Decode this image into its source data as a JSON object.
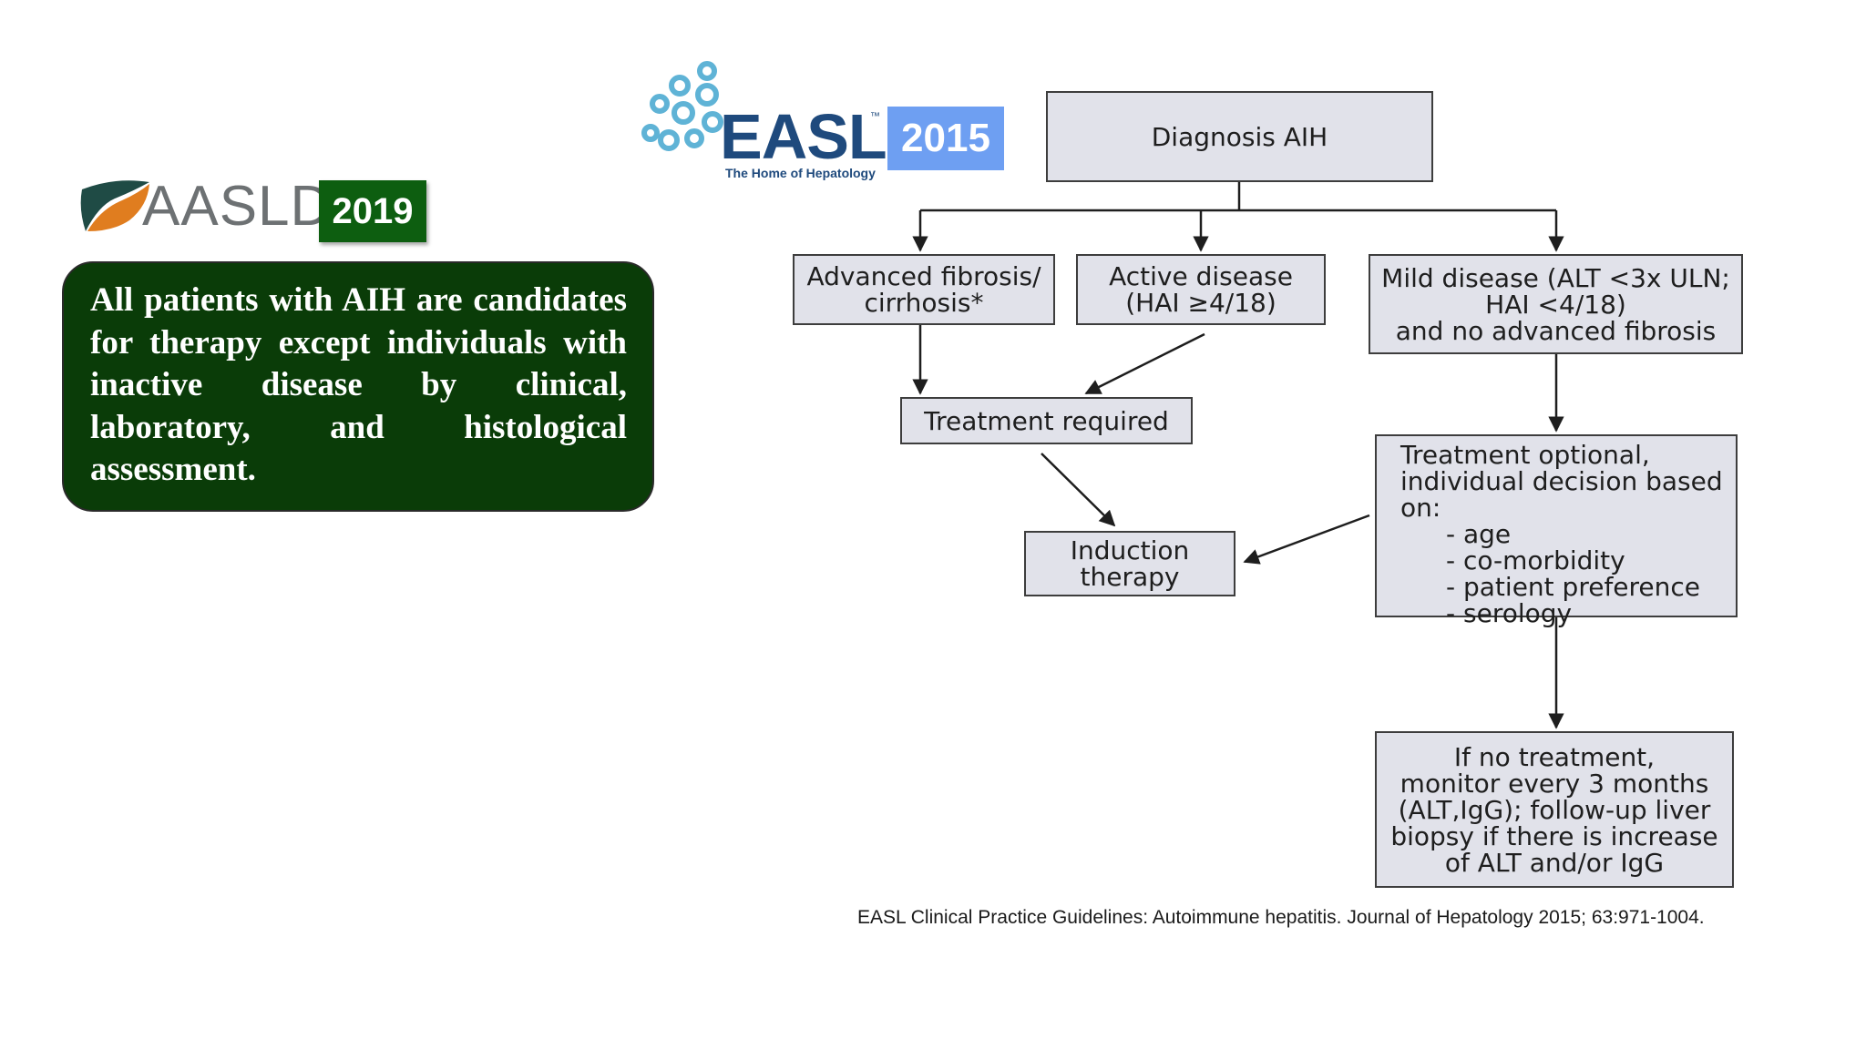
{
  "aasld": {
    "logo_text": "AASLD",
    "year": "2019",
    "statement": "All patients with AIH are candidates for therapy except individuals with inactive disease by clinical, laboratory, and histological assessment."
  },
  "easl": {
    "logo_text": "EASL",
    "trademark": "™",
    "tagline": "The Home of Hepatology",
    "year": "2015"
  },
  "flowchart": {
    "diagnosis": "Diagnosis AIH",
    "fibrosis": [
      "Advanced fibrosis/",
      "cirrhosis*"
    ],
    "active": [
      "Active disease",
      "(HAI ≥4/18)"
    ],
    "mild": [
      "Mild disease (ALT <3x ULN;",
      "HAI <4/18)",
      "and no advanced fibrosis"
    ],
    "treatment_required": "Treatment required",
    "induction": [
      "Induction",
      "therapy"
    ],
    "optional_heading": [
      "Treatment optional,",
      "individual decision based",
      "on:"
    ],
    "optional_items": [
      "- age",
      "- co-morbidity",
      "- patient preference",
      "- serology"
    ],
    "monitor": [
      "If no treatment,",
      "monitor every 3 months",
      "(ALT,IgG); follow-up liver",
      "biopsy if there is increase",
      "of ALT and/or IgG"
    ]
  },
  "citation": "EASL Clinical  Practice Guidelines: Autoimmune hepatitis. Journal of Hepatology 2015; 63:971-1004.",
  "colors": {
    "aasld_green": "#0d5e10",
    "statement_bg": "#0a3c08",
    "easl_blue": "#1f4a7d",
    "easl_year_bg": "#6e9ff2",
    "box_fill": "#e1e2ea"
  }
}
